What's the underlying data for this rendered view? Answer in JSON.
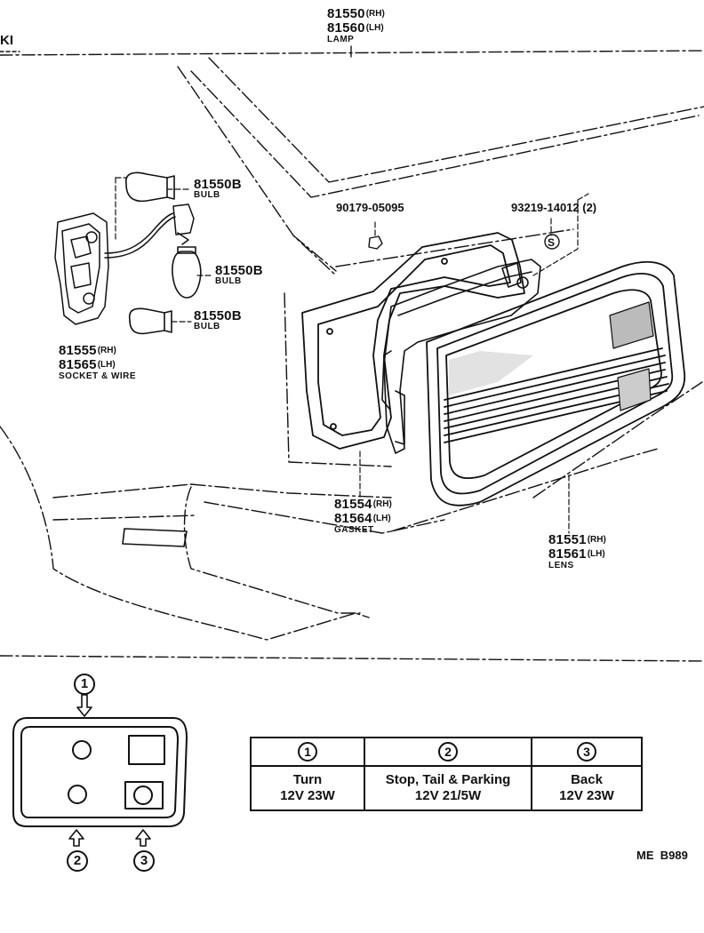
{
  "page_ref": "KI",
  "lamp": {
    "pn_rh": "81550",
    "rh": "(RH)",
    "pn_lh": "81560",
    "lh": "(LH)",
    "name": "LAMP"
  },
  "bulbs": [
    {
      "pn": "81550B",
      "name": "BULB"
    },
    {
      "pn": "81550B",
      "name": "BULB"
    },
    {
      "pn": "81550B",
      "name": "BULB"
    }
  ],
  "socket": {
    "pn_rh": "81555",
    "rh": "(RH)",
    "pn_lh": "81565",
    "lh": "(LH)",
    "name": "SOCKET & WIRE"
  },
  "fastener_a": {
    "pn": "90179-05095"
  },
  "fastener_b": {
    "pn": "93219-14012 (2)",
    "symbol": "S"
  },
  "gasket": {
    "pn_rh": "81554",
    "rh": "(RH)",
    "pn_lh": "81564",
    "lh": "(LH)",
    "name": "GASKET"
  },
  "lens": {
    "pn_rh": "81551",
    "rh": "(RH)",
    "pn_lh": "81561",
    "lh": "(LH)",
    "name": "LENS"
  },
  "position_marks": [
    "1",
    "2",
    "3"
  ],
  "legend": {
    "headers": [
      "1",
      "2",
      "3"
    ],
    "rows": [
      {
        "name": "Turn",
        "spec": "12V 23W"
      },
      {
        "name": "Stop, Tail & Parking",
        "spec": "12V 21/5W"
      },
      {
        "name": "Back",
        "spec": "12V 23W"
      }
    ]
  },
  "drawing_code": "ME  B989"
}
